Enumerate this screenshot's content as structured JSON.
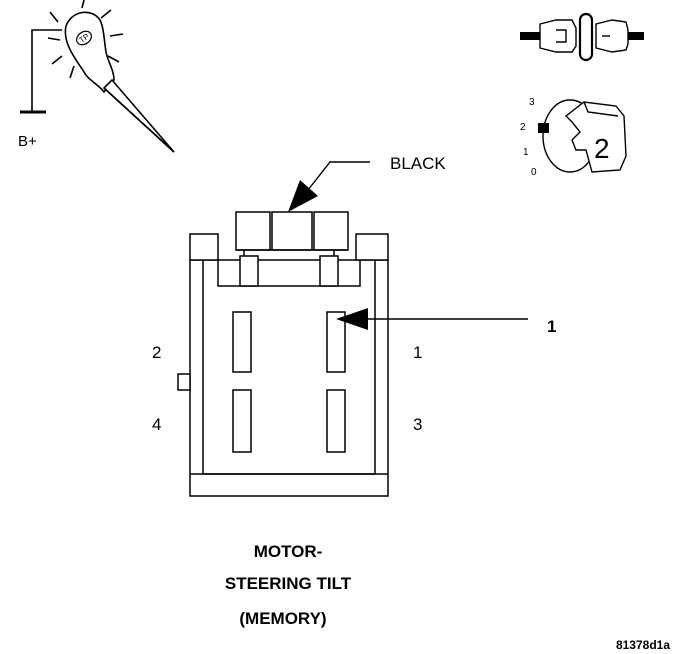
{
  "probe": {
    "label": "B+",
    "tip_mark": "TP"
  },
  "ignition": {
    "position_labels": [
      "3",
      "2",
      "1",
      "0"
    ],
    "key_number": "2"
  },
  "connector": {
    "color_callout": "BLACK",
    "pin_labels": {
      "pin1": "1",
      "pin2": "2",
      "pin3": "3",
      "pin4": "4"
    },
    "callout_number": "1"
  },
  "title_lines": [
    "MOTOR-",
    "STEERING TILT",
    "(MEMORY)"
  ],
  "figure_id": "81378d1a"
}
